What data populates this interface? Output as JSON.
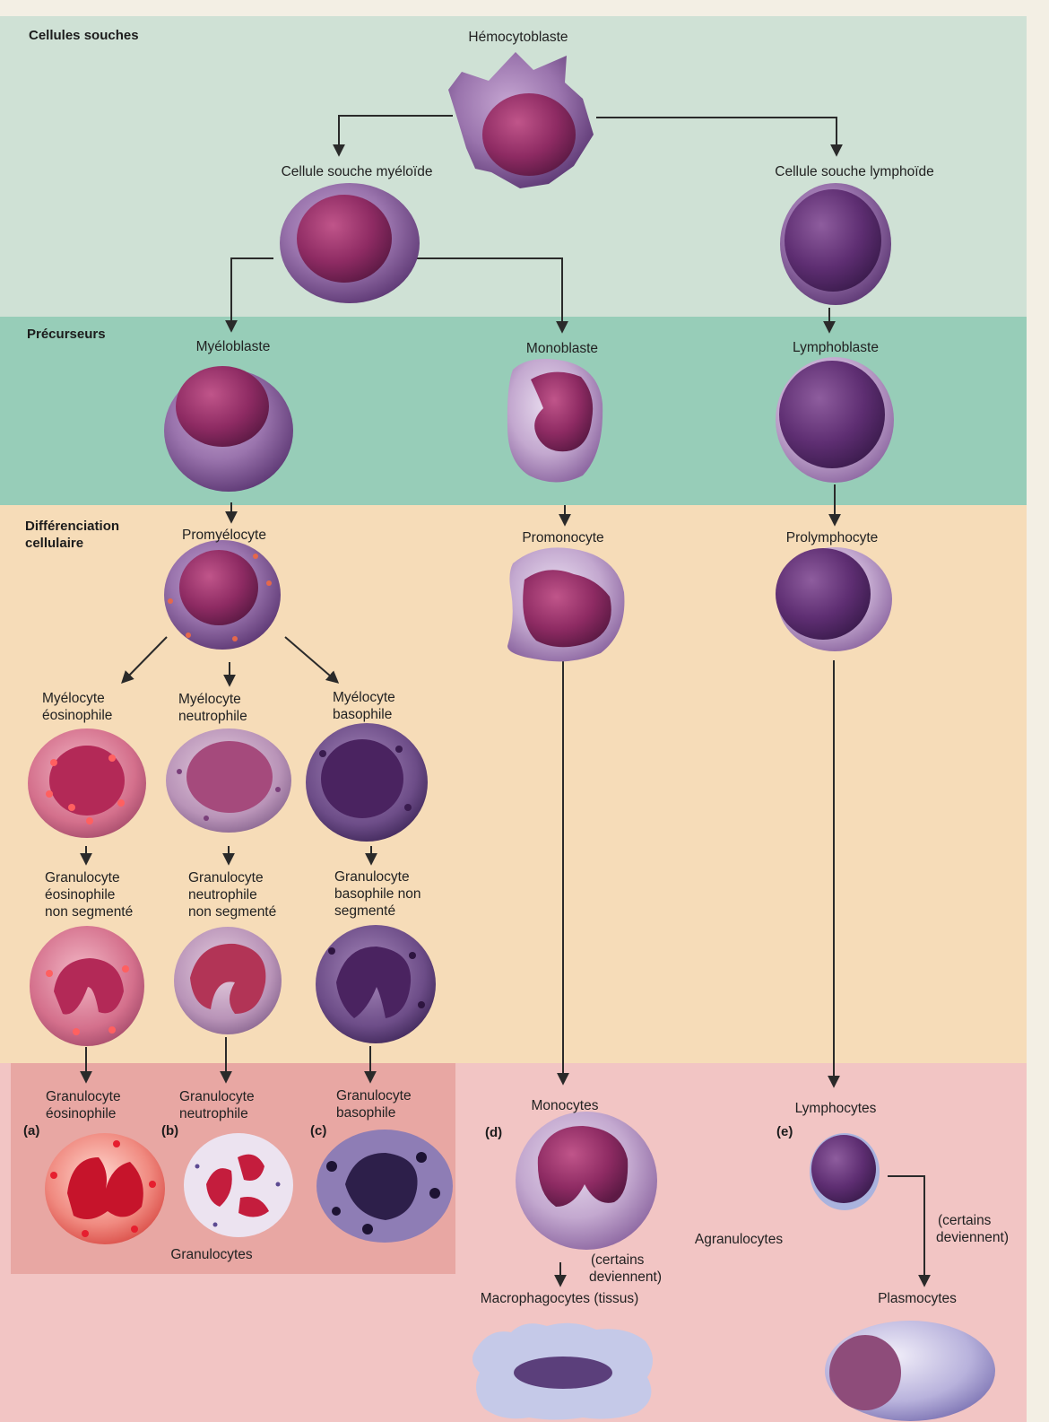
{
  "sections": {
    "stem": "Cellules souches",
    "precursors": "Précurseurs",
    "differentiation": [
      "Différenciation",
      "cellulaire"
    ]
  },
  "cells": {
    "hemocytoblast": "Hémocytoblaste",
    "myeloid_stem": "Cellule souche myéloïde",
    "lymphoid_stem": "Cellule souche lymphoïde",
    "myeloblast": "Myéloblaste",
    "monoblast": "Monoblaste",
    "lymphoblast": "Lymphoblaste",
    "promyelocyte": "Promyélocyte",
    "promonocyte": "Promonocyte",
    "prolymphocyte": "Prolymphocyte",
    "myelocyte_eos": [
      "Myélocyte",
      "éosinophile"
    ],
    "myelocyte_neu": [
      "Myélocyte",
      "neutrophile"
    ],
    "myelocyte_bas": [
      "Myélocyte",
      "basophile"
    ],
    "band_eos": [
      "Granulocyte",
      "éosinophile",
      "non segmenté"
    ],
    "band_neu": [
      "Granulocyte",
      "neutrophile",
      "non segmenté"
    ],
    "band_bas": [
      "Granulocyte",
      "basophile non",
      "segmenté"
    ],
    "gran_eos": [
      "Granulocyte",
      "éosinophile"
    ],
    "gran_neu": [
      "Granulocyte",
      "neutrophile"
    ],
    "gran_bas": [
      "Granulocyte",
      "basophile"
    ],
    "monocytes": "Monocytes",
    "lymphocytes": "Lymphocytes",
    "macrophages": "Macrophagocytes (tissus)",
    "plasmocytes": "Plasmocytes"
  },
  "groups": {
    "granulocytes": "Granulocytes",
    "agranulocytes": "Agranulocytes"
  },
  "notes": {
    "some_become_mono": [
      "(certains",
      "deviennent)"
    ],
    "some_become_lymph": [
      "(certains",
      "deviennent)"
    ]
  },
  "tags": {
    "a": "(a)",
    "b": "(b)",
    "c": "(c)",
    "d": "(d)",
    "e": "(e)"
  },
  "colors": {
    "band_stem": "#cfe1d5",
    "band_precursor": "#97cdb8",
    "band_diff": "#f6dcb8",
    "band_mature": "#f2c5c4",
    "granulocyte_box": "#e8a7a3",
    "cell_purple": "#8d5f9e",
    "nucleus": "#8e2b63"
  }
}
